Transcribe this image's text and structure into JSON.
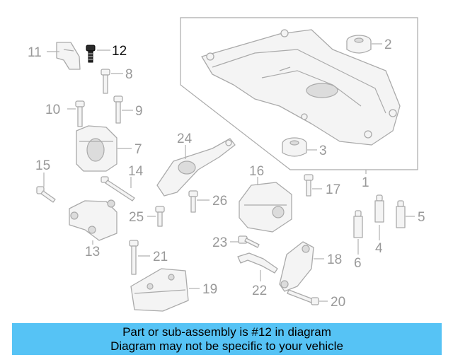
{
  "highlighted_part": "12",
  "callouts": {
    "c1": "1",
    "c2": "2",
    "c3": "3",
    "c4": "4",
    "c5": "5",
    "c6": "6",
    "c7": "7",
    "c8": "8",
    "c9": "9",
    "c10": "10",
    "c11": "11",
    "c12": "12",
    "c13": "13",
    "c14": "14",
    "c15": "15",
    "c16": "16",
    "c17": "17",
    "c18": "18",
    "c19": "19",
    "c20": "20",
    "c21": "21",
    "c22": "22",
    "c23": "23",
    "c24": "24",
    "c25": "25",
    "c26": "26"
  },
  "banner": {
    "line1": "Part or sub-assembly is #12 in diagram",
    "line2": "Diagram may not be specific to your vehicle"
  },
  "colors": {
    "banner_bg": "#56c3f5",
    "part_stroke": "#aaaaaa",
    "callout_text": "#999999",
    "highlight": "#111111"
  }
}
